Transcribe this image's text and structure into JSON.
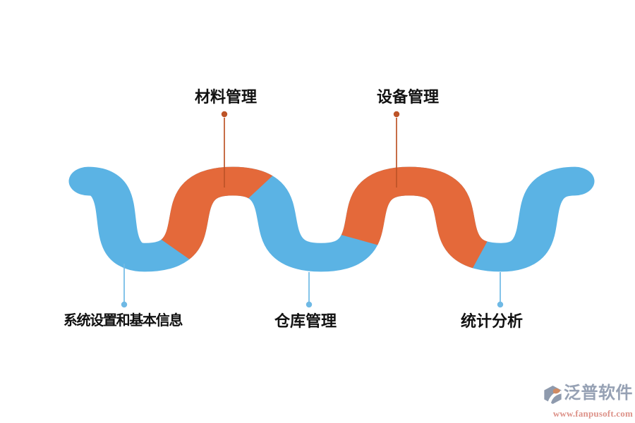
{
  "diagram": {
    "title": "",
    "nodes": [
      {
        "label": "材料管理",
        "position": "top",
        "pointer_color": "orange"
      },
      {
        "label": "设备管理",
        "position": "top",
        "pointer_color": "orange"
      },
      {
        "label": "系统设置和基本信息",
        "position": "bottom",
        "pointer_color": "blue"
      },
      {
        "label": "仓库管理",
        "position": "bottom",
        "pointer_color": "blue"
      },
      {
        "label": "统计分析",
        "position": "bottom",
        "pointer_color": "blue"
      }
    ],
    "colors": {
      "wave_blue": "#5bb3e4",
      "wave_orange": "#e4693a",
      "pointer_orange": "#bd5428",
      "pointer_blue": "#6fb9e5",
      "label_text": "#111111"
    }
  },
  "watermark": {
    "brand": "泛普软件",
    "url": "www.fanpusoft.com",
    "brand_color": "#96a1b4",
    "url_color": "#dd9289",
    "logo": "fanpu-hexagon-logo"
  }
}
